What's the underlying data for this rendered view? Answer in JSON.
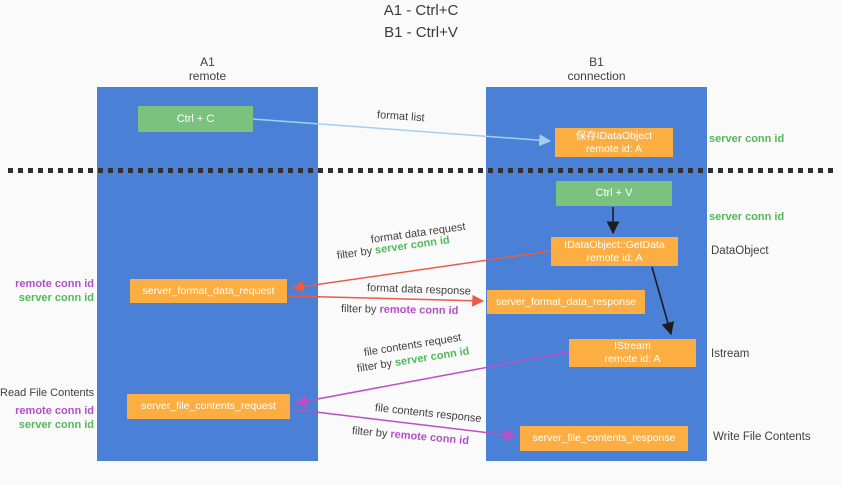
{
  "title": {
    "line1": "A1 - Ctrl+C",
    "line2": "B1 - Ctrl+V"
  },
  "columns": {
    "left": {
      "header_line1": "A1",
      "header_line2": "remote"
    },
    "right": {
      "header_line1": "B1",
      "header_line2": "connection"
    }
  },
  "boxes": {
    "ctrl_c": "Ctrl + C",
    "ctrl_v": "Ctrl + V",
    "save_idataobject": {
      "line1": "保存IDataObject",
      "line2": "remote id: A"
    },
    "getdata": {
      "line1": "IDataObject::GetData",
      "line2": "remote id: A"
    },
    "istream": {
      "line1": "IStream",
      "line2": "remote id: A"
    },
    "server_format_data_request": "server_format_data_request",
    "server_format_data_response": "server_format_data_response",
    "server_file_contents_request": "server_file_contents_request",
    "server_file_contents_response": "server_file_contents_response"
  },
  "side_labels": {
    "right_server_conn_id_top": "server conn id",
    "right_server_conn_id_mid": "server conn id",
    "dataobject": "DataObject",
    "istream": "Istream",
    "write_file_contents": "Write File Contents",
    "left_remote_conn_id_top": "remote conn id",
    "left_server_conn_id_top": "server conn id",
    "read_file_contents": "Read File Contents",
    "left_remote_conn_id_bottom": "remote conn id",
    "left_server_conn_id_bottom": "server conn id"
  },
  "arrow_labels": {
    "format_list": "format list",
    "format_data_request": "format data request",
    "filter_by_server_1": {
      "prefix": "filter by ",
      "keyword": "server conn id"
    },
    "format_data_response": "format data response",
    "filter_by_remote_1": {
      "prefix": "filter by ",
      "keyword": "remote conn id"
    },
    "file_contents_request": "file contents request",
    "filter_by_server_2": {
      "prefix": "filter by ",
      "keyword": "server conn id"
    },
    "file_contents_response": "file contents response",
    "filter_by_remote_2": {
      "prefix": "filter by ",
      "keyword": "remote conn id"
    }
  },
  "colors": {
    "background": "#fafafa",
    "column_blue": "#4a80d5",
    "box_green": "#7ac27e",
    "box_orange": "#fcae43",
    "green_text": "#53b85a",
    "purple_text": "#b24fc8",
    "dark_text": "#3f3f3f",
    "arrow_lightblue": "#a5cfee",
    "arrow_red": "#e95c4b",
    "arrow_magenta": "#bd4fc6",
    "arrow_black": "#1d1d1d",
    "dotted_line": "#2f2f2f"
  }
}
